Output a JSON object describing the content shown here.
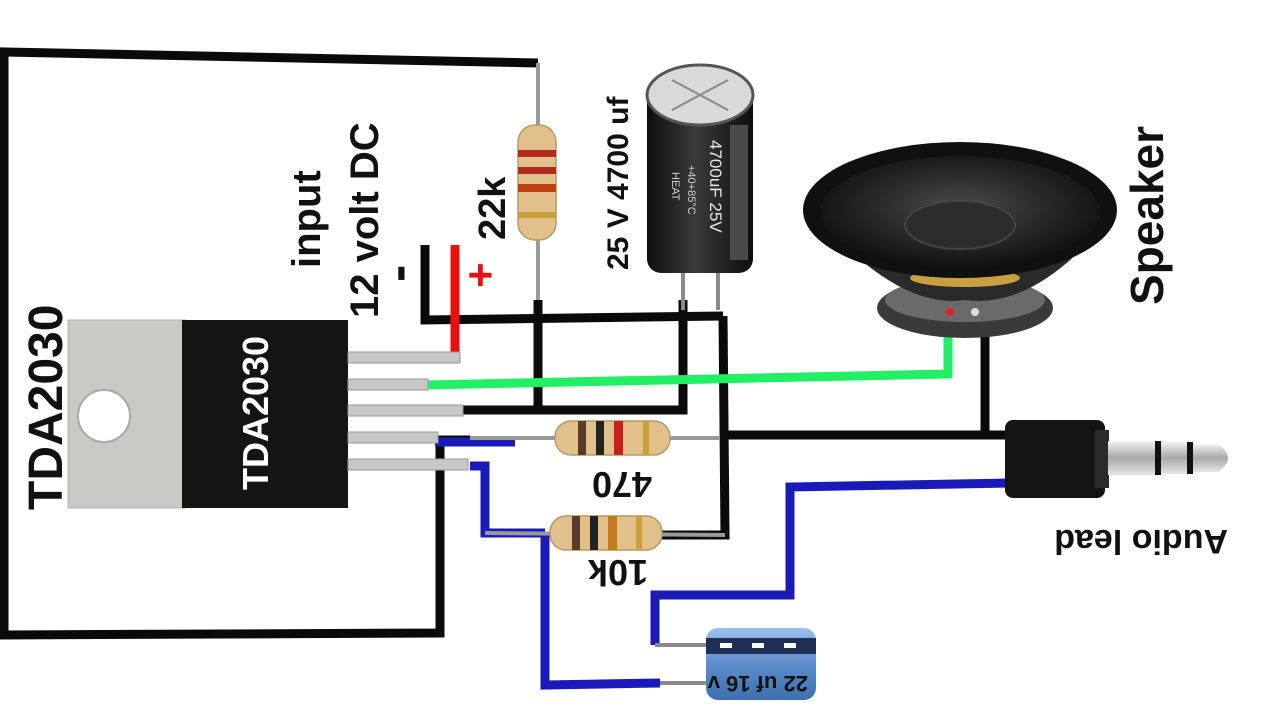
{
  "labels": {
    "ic_side": "TDA2030",
    "ic_body": "TDA2030",
    "input": "input",
    "supply": "12 volt DC",
    "minus": "-",
    "plus": "+",
    "r_22k": "22k",
    "cap_big": "25 V 4700 uf",
    "cap_big_body": "4700uF 25V",
    "cap_big_small": "+40+85°C",
    "cap_big_small2": "HEAT",
    "speaker": "Speaker",
    "r_470": "470",
    "r_10k": "10k",
    "audio": "Audio lead",
    "cap_small": "22 uf 16 v"
  },
  "colors": {
    "wire_black": "#0a0a0a",
    "wire_green": "#22ee66",
    "wire_blue": "#1a1ab8",
    "wire_red": "#e81010",
    "ic_tab": "#c9c9c6",
    "ic_body": "#141414",
    "resistor": "#e2c08c",
    "cap_body": "#1c1c1c",
    "cap_small_body": "#6f9ed6",
    "jack": "#141414",
    "jack_metal": "#c8c8c8"
  }
}
